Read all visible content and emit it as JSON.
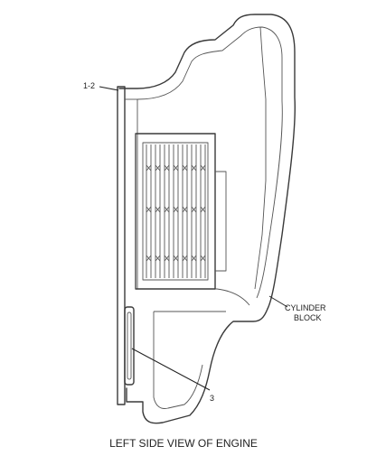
{
  "labels": {
    "part_1_2": "1-2",
    "part_3": "3",
    "cylinder_block_line1": "CYLINDER",
    "cylinder_block_line2": "BLOCK",
    "caption": "LEFT SIDE VIEW OF ENGINE"
  },
  "colors": {
    "line": "#3a3a3a",
    "background": "#ffffff"
  }
}
